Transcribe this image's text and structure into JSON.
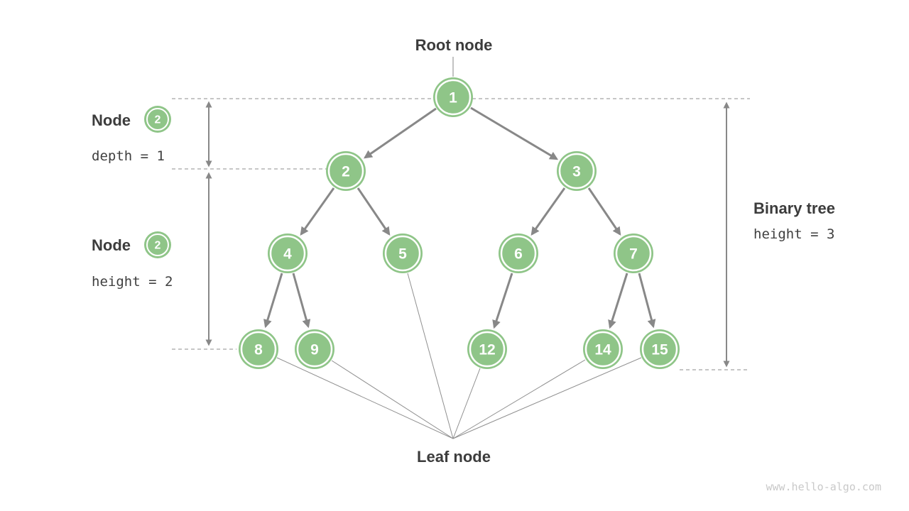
{
  "labels": {
    "root": "Root node",
    "leaf": "Leaf node"
  },
  "annotations": {
    "depth": {
      "title": "Node",
      "badge": "2",
      "formula": "depth = 1"
    },
    "height": {
      "title": "Node",
      "badge": "2",
      "formula": "height = 2"
    },
    "tree_height": {
      "title": "Binary tree",
      "formula": "height = 3"
    }
  },
  "tree": {
    "nodes": [
      {
        "value": "1"
      },
      {
        "value": "2"
      },
      {
        "value": "3"
      },
      {
        "value": "4"
      },
      {
        "value": "5"
      },
      {
        "value": "6"
      },
      {
        "value": "7"
      },
      {
        "value": "8"
      },
      {
        "value": "9"
      },
      {
        "value": "12"
      },
      {
        "value": "14"
      },
      {
        "value": "15"
      }
    ],
    "edges": [
      "1-2",
      "1-3",
      "2-4",
      "2-5",
      "3-6",
      "3-7",
      "4-8",
      "4-9",
      "6-12",
      "7-14",
      "7-15"
    ],
    "leaves": [
      "8",
      "9",
      "5",
      "12",
      "14",
      "15"
    ]
  },
  "colors": {
    "node_green": "#8FC588",
    "edge_gray": "#888888",
    "text_dark": "#3C3C3C",
    "dashed_gray": "#A3A3A3",
    "watermark_gray": "#C9C9C9"
  },
  "watermark": "www.hello-algo.com"
}
